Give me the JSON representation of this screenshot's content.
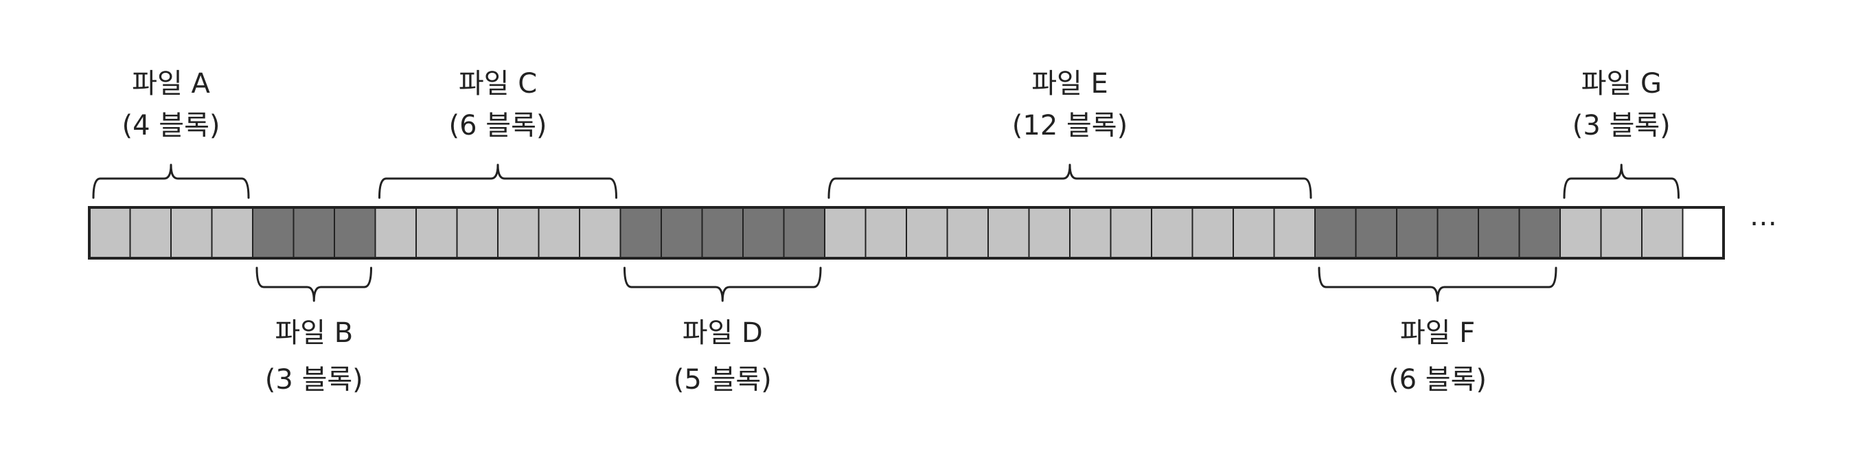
{
  "colors": {
    "light_block": "#c3c3c3",
    "dark_block": "#767676",
    "free_block": "#ffffff",
    "outline": "#222222",
    "text": "#222222"
  },
  "files": [
    {
      "name": "파일 A",
      "size": "(4 블록)",
      "blocks": 4,
      "shade": "light",
      "label_side": "top"
    },
    {
      "name": "파일 B",
      "size": "(3 블록)",
      "blocks": 3,
      "shade": "dark",
      "label_side": "bottom"
    },
    {
      "name": "파일 C",
      "size": "(6 블록)",
      "blocks": 6,
      "shade": "light",
      "label_side": "top"
    },
    {
      "name": "파일 D",
      "size": "(5 블록)",
      "blocks": 5,
      "shade": "dark",
      "label_side": "bottom"
    },
    {
      "name": "파일 E",
      "size": "(12 블록)",
      "blocks": 12,
      "shade": "light",
      "label_side": "top"
    },
    {
      "name": "파일 F",
      "size": "(6 블록)",
      "blocks": 6,
      "shade": "dark",
      "label_side": "bottom"
    },
    {
      "name": "파일 G",
      "size": "(3 블록)",
      "blocks": 3,
      "shade": "light",
      "label_side": "top"
    }
  ],
  "free_blocks": 1,
  "continuation": "⋯"
}
